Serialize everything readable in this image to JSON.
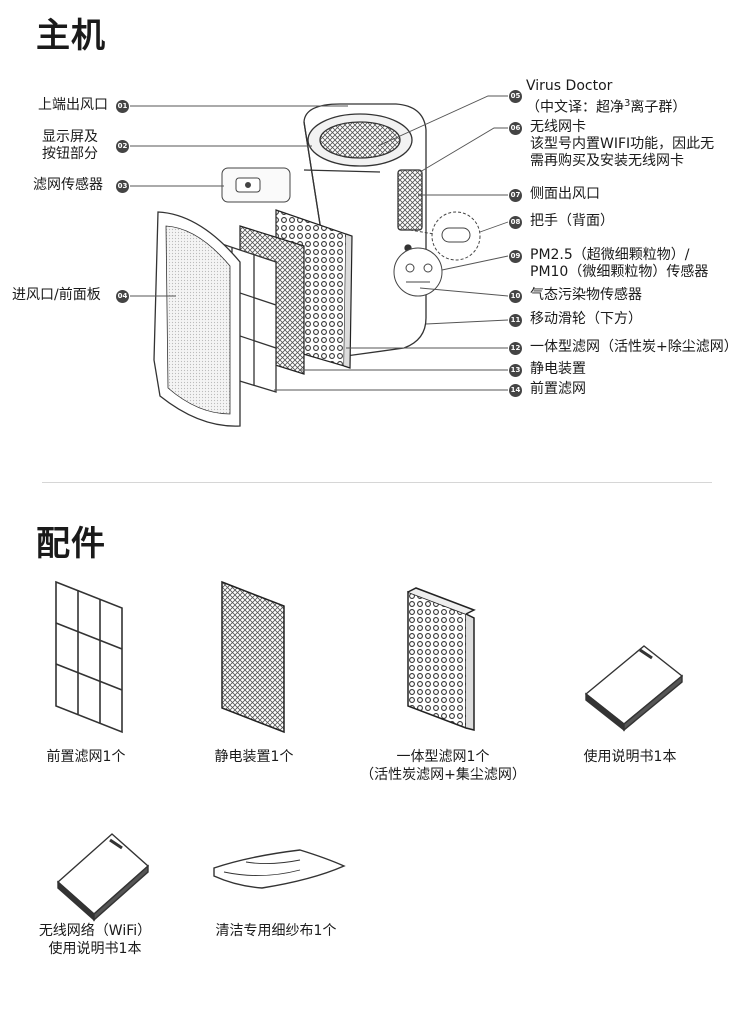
{
  "sections": {
    "main_unit_title": "主机",
    "accessories_title": "配件"
  },
  "left_labels": [
    {
      "num": "01",
      "text": "上端出风口"
    },
    {
      "num": "02",
      "text_line1": "显示屏及",
      "text_line2": "按钮部分"
    },
    {
      "num": "03",
      "text": "滤网传感器"
    },
    {
      "num": "04",
      "text": "进风口/前面板"
    }
  ],
  "right_labels": [
    {
      "num": "05",
      "line1": "Virus Doctor",
      "line2_a": "（中文译：超净",
      "line2_sup": "3",
      "line2_b": "离子群）"
    },
    {
      "num": "06",
      "line1": "无线网卡",
      "line2": "该型号内置WIFI功能，因此无",
      "line3": "需再购买及安装无线网卡"
    },
    {
      "num": "07",
      "line1": "侧面出风口"
    },
    {
      "num": "08",
      "line1": "把手（背面）"
    },
    {
      "num": "09",
      "line1": "PM2.5（超微细颗粒物）/",
      "line2": "PM10（微细颗粒物）传感器"
    },
    {
      "num": "10",
      "line1": "气态污染物传感器"
    },
    {
      "num": "11",
      "line1": "移动滑轮（下方）"
    },
    {
      "num": "12",
      "line1": "一体型滤网（活性炭+除尘滤网）"
    },
    {
      "num": "13",
      "line1": "静电装置"
    },
    {
      "num": "14",
      "line1": "前置滤网"
    }
  ],
  "accessories": [
    {
      "caption": "前置滤网1个"
    },
    {
      "caption": "静电装置1个"
    },
    {
      "caption_line1": "一体型滤网1个",
      "caption_line2": "（活性炭滤网+集尘滤网）"
    },
    {
      "caption": "使用说明书1本"
    },
    {
      "caption_line1": "无线网络（WiFi）",
      "caption_line2": "使用说明书1本"
    },
    {
      "caption": "清洁专用细纱布1个"
    }
  ]
}
